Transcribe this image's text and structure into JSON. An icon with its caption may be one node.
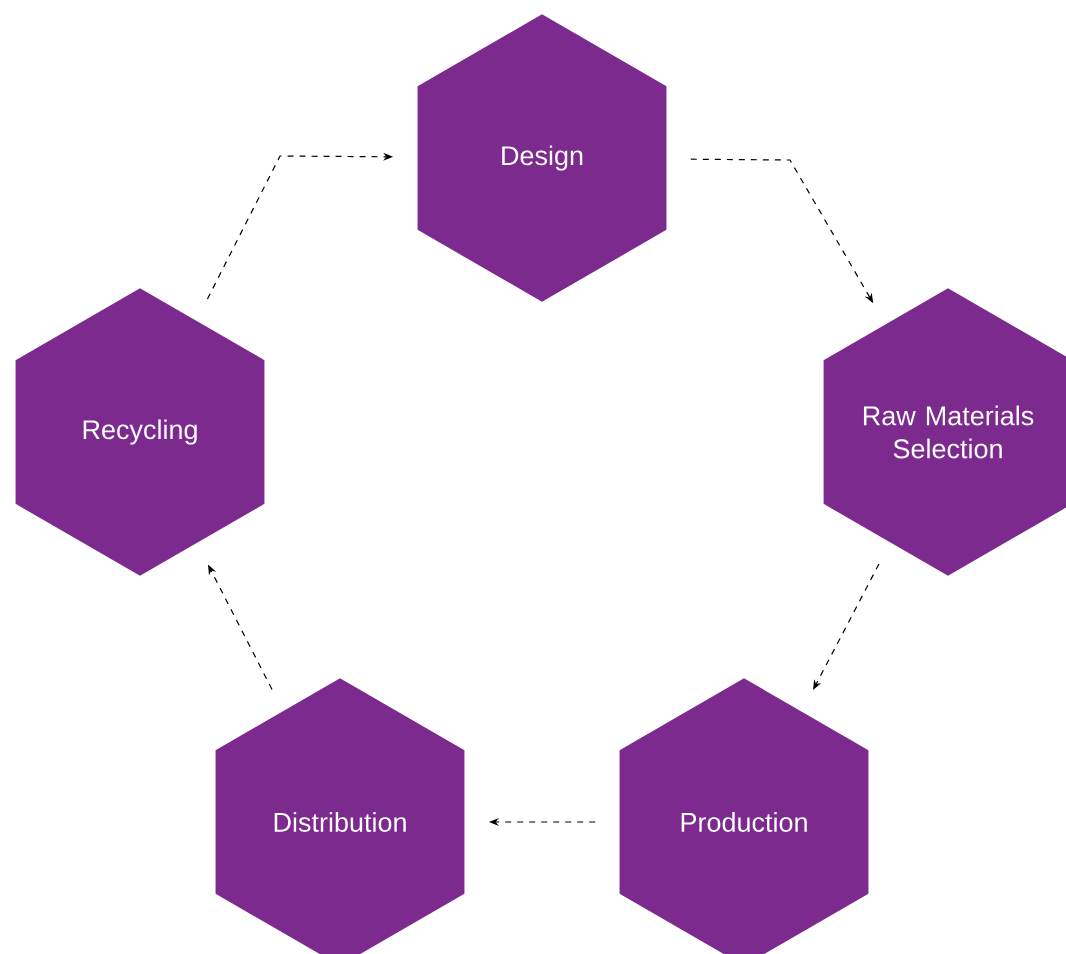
{
  "diagram": {
    "nodes": [
      {
        "text": [
          "Design"
        ]
      },
      {
        "text": [
          "Raw Materials Selection"
        ]
      },
      {
        "text": [
          "Production"
        ]
      },
      {
        "text": [
          "Distribution"
        ]
      },
      {
        "text": [
          "Recycling"
        ]
      }
    ],
    "edges": [
      {
        "from": 0,
        "to": 1,
        "arrow": "to",
        "style": "dashed"
      },
      {
        "from": 1,
        "to": 2,
        "arrow": "to",
        "style": "dashed"
      },
      {
        "from": 2,
        "to": 3,
        "arrow": "to",
        "style": "dashed"
      },
      {
        "from": 3,
        "to": 4,
        "arrow": "to",
        "style": "dashed"
      },
      {
        "from": 4,
        "to": 0,
        "arrow": "to",
        "style": "dashed"
      }
    ]
  }
}
